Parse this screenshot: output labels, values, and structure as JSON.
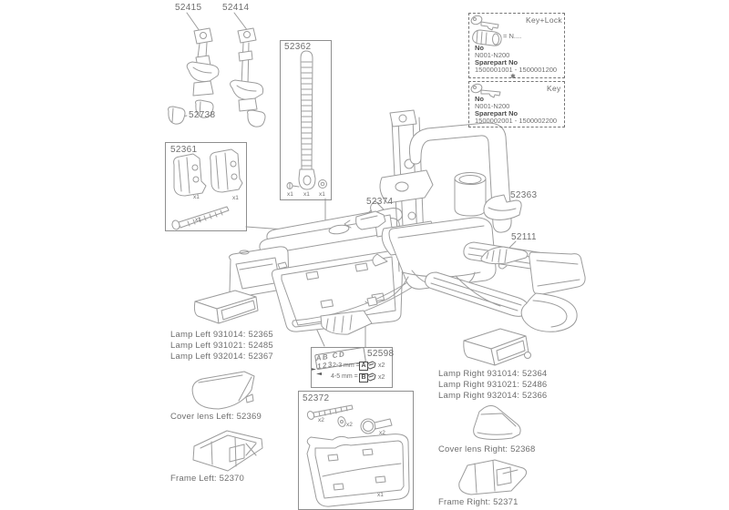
{
  "colors": {
    "text": "#6f6f6f",
    "bold_text": "#4c4c4c",
    "line": "#9c9c9c"
  },
  "callouts": {
    "clamp_a": "52415",
    "clamp_b": "52414",
    "foot_pad": "52738",
    "bracket_kit": "52361",
    "strap_kit": "52362",
    "strap_guide": "52374",
    "handle": "52363",
    "pedal": "52111",
    "plate_kit": "52598",
    "holder_kit": "52372"
  },
  "key_lock_box": {
    "title": "Key+Lock",
    "cylinder_note": "= N....",
    "no_label": "No",
    "no_value": "N001-N200",
    "sparepart_label": "Sparepart No",
    "sparepart_value": "1500001001 - 1500001200"
  },
  "key_box": {
    "title": "Key",
    "no_label": "No",
    "no_value": "N001-N200",
    "sparepart_label": "Sparepart No",
    "sparepart_value": "1500002001 - 1500002200"
  },
  "box_separator": "✱",
  "plate_kit": {
    "plate_text": "AB CD 123",
    "rows": [
      {
        "range": "2-3 mm =",
        "letter": "A",
        "qty": "x2"
      },
      {
        "range": "4-5 mm =",
        "letter": "B",
        "qty": "x2"
      }
    ]
  },
  "quantities": {
    "bracket_kit": [
      "x1",
      "x1",
      "x1"
    ],
    "strap_kit": [
      "x1",
      "x1",
      "x1"
    ],
    "holder_kit": [
      "x2",
      "x2",
      "x2",
      "x1"
    ]
  },
  "left_parts": {
    "lamp_lines": [
      "Lamp Left 931014: 52365",
      "Lamp Left 931021: 52485",
      "Lamp Left 932014: 52367"
    ],
    "cover_lens": "Cover lens Left: 52369",
    "frame": "Frame Left: 52370"
  },
  "right_parts": {
    "lamp_lines": [
      "Lamp Right 931014: 52364",
      "Lamp Right 931021: 52486",
      "Lamp Right 932014: 52366"
    ],
    "cover_lens": "Cover lens Right: 52368",
    "frame": "Frame Right: 52371"
  }
}
